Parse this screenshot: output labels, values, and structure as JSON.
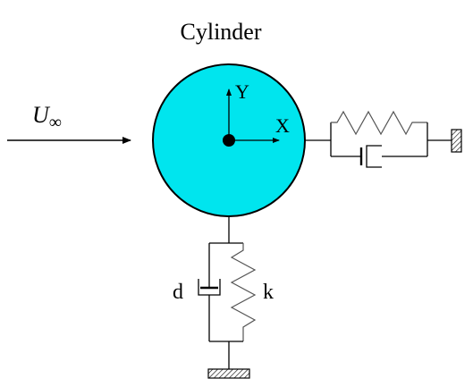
{
  "title": "Cylinder",
  "flow": {
    "symbol": "U",
    "subscript": "∞"
  },
  "axes": {
    "x_label": "X",
    "y_label": "Y"
  },
  "vertical_support": {
    "damper_label": "d",
    "spring_label": "k"
  },
  "colors": {
    "cylinder_fill": "#00e5ee",
    "stroke": "#000000",
    "spring": "#555555"
  }
}
